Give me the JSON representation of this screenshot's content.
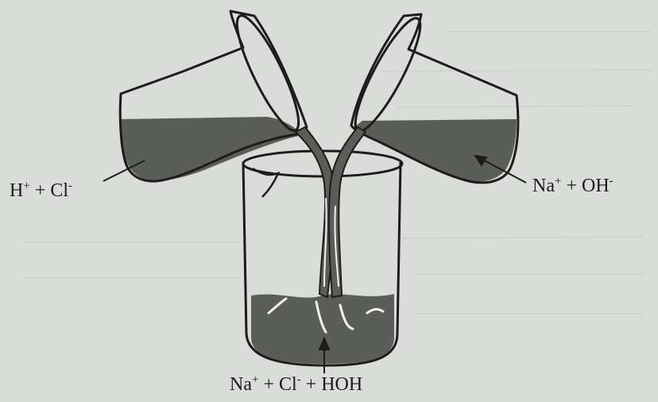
{
  "labels": {
    "left": {
      "base1": "H",
      "sup1": "+",
      "mid": " + Cl",
      "sup2": "-"
    },
    "right": {
      "base1": "Na",
      "sup1": "+",
      "mid": " + OH",
      "sup2": "-"
    },
    "bottom": {
      "base1": "Na",
      "sup1": "+",
      "mid": " + Cl",
      "sup2": "-",
      "tail": " + HOH"
    }
  },
  "colors": {
    "background": "#d9dcd9",
    "liquid": "#5b5d58",
    "outline": "#1c1c1c"
  }
}
